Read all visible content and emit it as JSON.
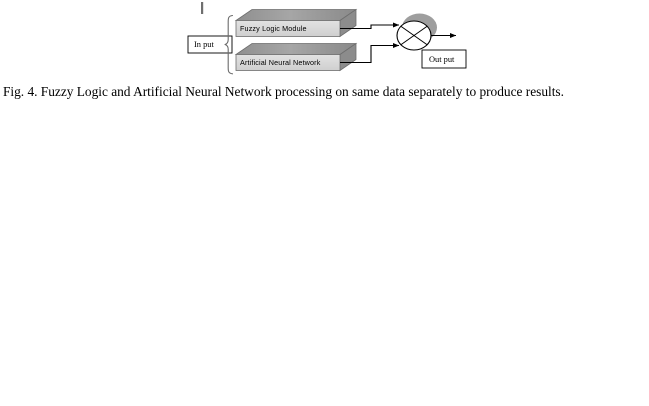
{
  "figure": {
    "caption": "Fig. 4. Fuzzy Logic and Artificial Neural Network processing on same data separately to produce results.",
    "caption_number": "Fig. 4.",
    "tick_mark": "|"
  },
  "diagram": {
    "input": {
      "label": "In put",
      "shape": "rectangle",
      "fill": "#ffffff",
      "stroke": "#000000"
    },
    "brace": {
      "name": "curly-brace",
      "stroke": "#6b6b6b",
      "orientation": "right-facing"
    },
    "modules": [
      {
        "label": "Fuzzy Logic Module",
        "shape": "3d-slab",
        "front_fill": "#d9d9d9",
        "top_fill": "#9a9a9a",
        "side_fill": "#8c8c8c",
        "stroke": "#6e6e6e"
      },
      {
        "label": "Artificial Neural Network",
        "shape": "3d-slab",
        "front_fill": "#d9d9d9",
        "top_fill": "#9a9a9a",
        "side_fill": "#8c8c8c",
        "stroke": "#6e6e6e"
      }
    ],
    "combiner": {
      "name": "mixer-node",
      "shape": "circle-with-cross",
      "fill": "#ffffff",
      "stroke": "#000000",
      "shadow_fill": "#9e9e9e"
    },
    "output": {
      "label": "Out put",
      "shape": "rectangle",
      "fill": "#ffffff",
      "stroke": "#000000"
    },
    "connectors": [
      {
        "name": "fuzzy-to-combiner",
        "style": "elbow",
        "arrow": true
      },
      {
        "name": "ann-to-combiner",
        "style": "elbow",
        "arrow": true
      },
      {
        "name": "combiner-to-output",
        "style": "straight",
        "arrow": true
      }
    ],
    "colors": {
      "line": "#000000",
      "slab_outline": "#6e6e6e",
      "shadow": "#9e9e9e"
    }
  }
}
